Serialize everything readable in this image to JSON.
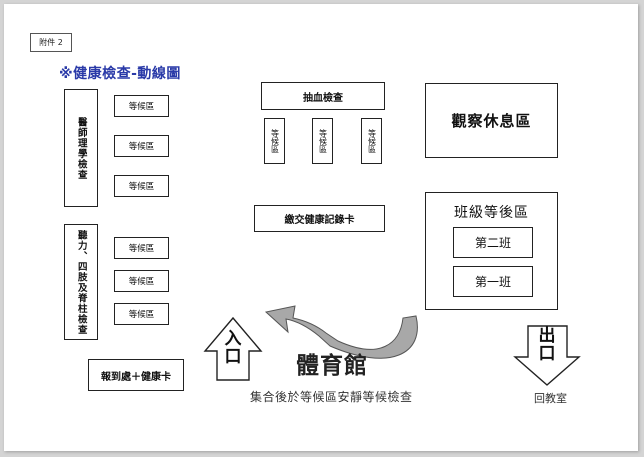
{
  "attachment_label": "附件 2",
  "title": "※健康檢查-動線圖",
  "left_column": {
    "medical": {
      "label": "醫師理學檢查",
      "waits": [
        "等候區",
        "等候區",
        "等候區"
      ]
    },
    "hearing": {
      "label": "聽力、四肢及脊柱檢查",
      "waits": [
        "等候區",
        "等候區",
        "等候區"
      ]
    },
    "registration": "報到處＋健康卡"
  },
  "blood": {
    "label": "抽血檢查",
    "waits": [
      "等候區",
      "等候區",
      "等候區"
    ]
  },
  "submit_card": "繳交健康記錄卡",
  "rest_area": "觀察休息區",
  "class_wait": {
    "title": "班級等後區",
    "classes": [
      "第二班",
      "第一班"
    ]
  },
  "entrance": "入口",
  "exit": "出口",
  "gym": {
    "name": "體育館",
    "instruction": "集合後於等候區安靜等候檢查"
  },
  "back_to_class": "回教室"
}
